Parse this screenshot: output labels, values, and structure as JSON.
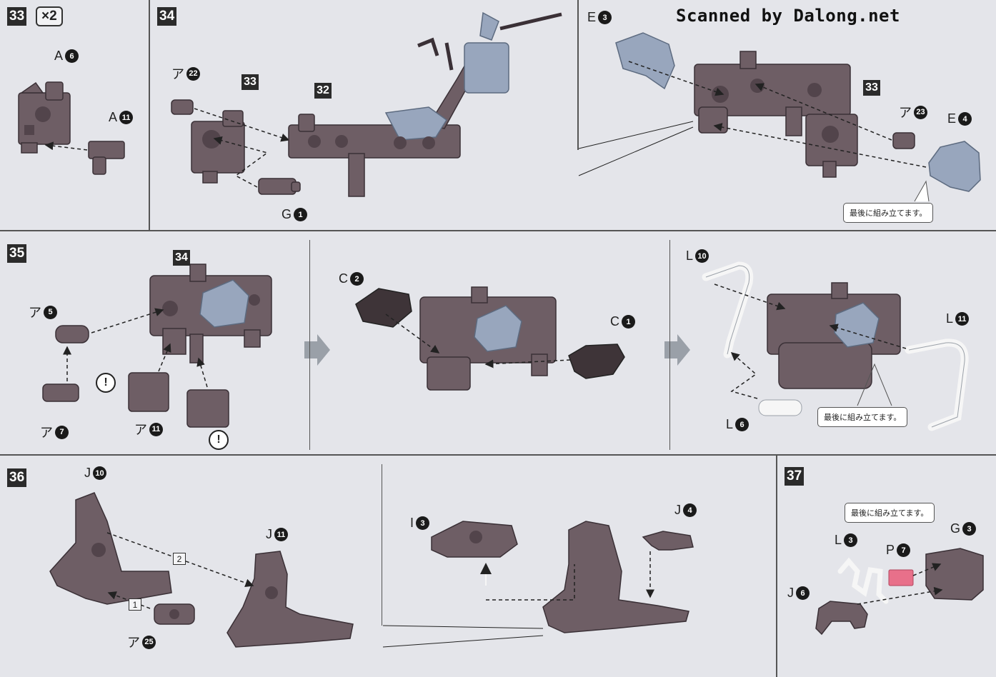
{
  "watermark": "Scanned by Dalong.net",
  "colors": {
    "background": "#e4e5ea",
    "dark_part": "#6e5e65",
    "blue_part": "#98a6bd",
    "white_part": "#f6f6f6",
    "pink_part": "#e8708a"
  },
  "steps": {
    "s33": {
      "number": "33",
      "multiplier": "×2",
      "parts": [
        {
          "letter": "A",
          "num": "6"
        },
        {
          "letter": "A",
          "num": "11"
        }
      ]
    },
    "s34": {
      "number": "34",
      "refs": [
        "33",
        "32"
      ],
      "parts": [
        {
          "letter": "ア",
          "num": "22"
        },
        {
          "letter": "G",
          "num": "1"
        }
      ]
    },
    "s34b": {
      "refs": [
        "33"
      ],
      "parts": [
        {
          "letter": "E",
          "num": "3"
        },
        {
          "letter": "ア",
          "num": "23"
        },
        {
          "letter": "E",
          "num": "4"
        }
      ],
      "note": "最後に組み立てます。"
    },
    "s35": {
      "number": "35",
      "refs": [
        "34"
      ],
      "parts": [
        {
          "letter": "ア",
          "num": "5"
        },
        {
          "letter": "ア",
          "num": "7"
        },
        {
          "letter": "ア",
          "num": "11"
        }
      ],
      "warn": "!"
    },
    "s35b": {
      "parts": [
        {
          "letter": "C",
          "num": "2"
        },
        {
          "letter": "C",
          "num": "1"
        }
      ]
    },
    "s35c": {
      "parts": [
        {
          "letter": "L",
          "num": "10"
        },
        {
          "letter": "L",
          "num": "11"
        },
        {
          "letter": "L",
          "num": "6"
        }
      ],
      "note": "最後に組み立てます。"
    },
    "s36": {
      "number": "36",
      "parts": [
        {
          "letter": "J",
          "num": "10"
        },
        {
          "letter": "J",
          "num": "11"
        },
        {
          "letter": "ア",
          "num": "25"
        }
      ],
      "order": [
        "1",
        "2"
      ]
    },
    "s36b": {
      "parts": [
        {
          "letter": "I",
          "num": "3"
        },
        {
          "letter": "J",
          "num": "4"
        }
      ]
    },
    "s37": {
      "number": "37",
      "parts": [
        {
          "letter": "L",
          "num": "3"
        },
        {
          "letter": "P",
          "num": "7"
        },
        {
          "letter": "G",
          "num": "3"
        },
        {
          "letter": "J",
          "num": "6"
        }
      ],
      "note": "最後に組み立てます。"
    }
  }
}
